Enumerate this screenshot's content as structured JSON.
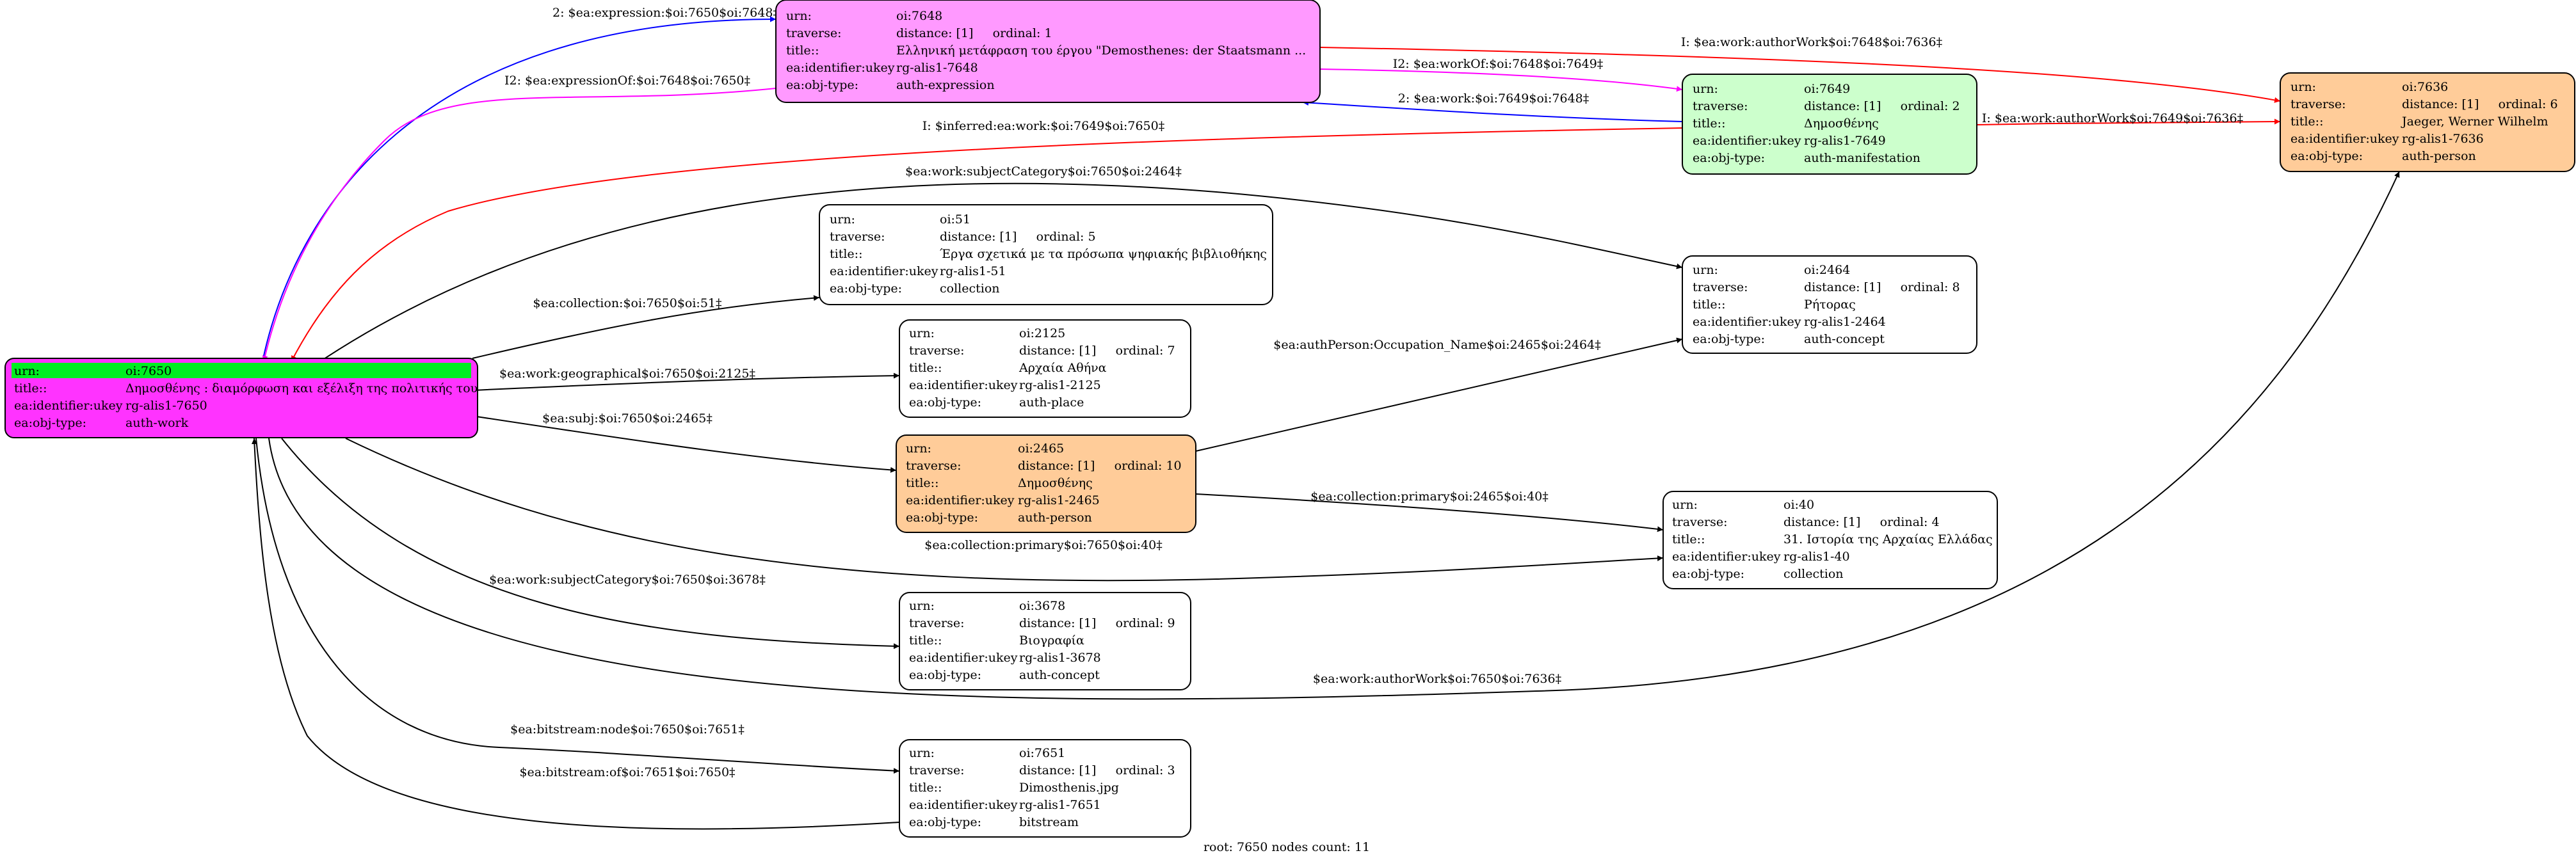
{
  "nodes": {
    "n7648": {
      "urn": "oi:7648",
      "traverse": "distance: [1]     ordinal: 1",
      "title": "Ελληνική μετάφραση του έργου \"Demosthenes: der Staatsmann ...",
      "ukey": "rg-alis1-7648",
      "objtype": "auth-expression",
      "fill": "#ff99ff"
    },
    "n7649": {
      "urn": "oi:7649",
      "traverse": "distance: [1]     ordinal: 2",
      "title": "Δημοσθένης",
      "ukey": "rg-alis1-7649",
      "objtype": "auth-manifestation",
      "fill": "#ccffcc"
    },
    "n7636": {
      "urn": "oi:7636",
      "traverse": "distance: [1]     ordinal: 6",
      "title": "Jaeger, Werner Wilhelm",
      "ukey": "rg-alis1-7636",
      "objtype": "auth-person",
      "fill": "#ffcc99"
    },
    "n51": {
      "urn": "oi:51",
      "traverse": "distance: [1]     ordinal: 5",
      "title": "Έργα σχετικά με τα πρόσωπα ψηφιακής βιβλιοθήκης",
      "ukey": "rg-alis1-51",
      "objtype": "collection",
      "fill": "#ffffff"
    },
    "n2464": {
      "urn": "oi:2464",
      "traverse": "distance: [1]     ordinal: 8",
      "title": "Ρήτορας",
      "ukey": "rg-alis1-2464",
      "objtype": "auth-concept",
      "fill": "#ffffff"
    },
    "n7650": {
      "urn": "oi:7650",
      "title": "Δημοσθένης : διαμόρφωση και εξέλιξη της πολιτικής του",
      "ukey": "rg-alis1-7650",
      "objtype": "auth-work",
      "fill": "#ff33ff",
      "highlight": "#00ee22"
    },
    "n2125": {
      "urn": "oi:2125",
      "traverse": "distance: [1]     ordinal: 7",
      "title": "Αρχαία Αθήνα",
      "ukey": "rg-alis1-2125",
      "objtype": "auth-place",
      "fill": "#ffffff"
    },
    "n2465": {
      "urn": "oi:2465",
      "traverse": "distance: [1]     ordinal: 10",
      "title": "Δημοσθένης",
      "ukey": "rg-alis1-2465",
      "objtype": "auth-person",
      "fill": "#ffcc99"
    },
    "n40": {
      "urn": "oi:40",
      "traverse": "distance: [1]     ordinal: 4",
      "title": "31. Ιστορία της Αρχαίας Ελλάδας",
      "ukey": "rg-alis1-40",
      "objtype": "collection",
      "fill": "#ffffff"
    },
    "n3678": {
      "urn": "oi:3678",
      "traverse": "distance: [1]     ordinal: 9",
      "title": "Βιογραφία",
      "ukey": "rg-alis1-3678",
      "objtype": "auth-concept",
      "fill": "#ffffff"
    },
    "n7651": {
      "urn": "oi:7651",
      "traverse": "distance: [1]     ordinal: 3",
      "title": "Dimosthenis.jpg",
      "ukey": "rg-alis1-7651",
      "objtype": "bitstream",
      "fill": "#ffffff"
    }
  },
  "field_labels": {
    "urn": "urn:",
    "traverse": "traverse:",
    "title": "title::",
    "ukey": "ea:identifier:ukey",
    "objtype": "ea:obj-type:"
  },
  "edges": {
    "e1": {
      "label": "2: $ea:expression:$oi:7650$oi:7648‡",
      "color": "#0000ff"
    },
    "e2": {
      "label": "I2: $ea:expressionOf:$oi:7648$oi:7650‡",
      "color": "#ff00ff"
    },
    "e3": {
      "label": "I2: $ea:workOf:$oi:7648$oi:7649‡",
      "color": "#ff00ff"
    },
    "e4": {
      "label": "I: $ea:work:authorWork$oi:7648$oi:7636‡",
      "color": "#ff0000"
    },
    "e5": {
      "label": "2: $ea:work:$oi:7649$oi:7648‡",
      "color": "#0000ff"
    },
    "e6": {
      "label": "I: $ea:work:authorWork$oi:7649$oi:7636‡",
      "color": "#ff0000"
    },
    "e7": {
      "label": "I: $inferred:ea:work:$oi:7649$oi:7650‡",
      "color": "#ff0000"
    },
    "e8": {
      "label": "$ea:work:subjectCategory$oi:7650$oi:2464‡",
      "color": "#000000"
    },
    "e9": {
      "label": "$ea:collection:$oi:7650$oi:51‡",
      "color": "#000000"
    },
    "e10": {
      "label": "$ea:work:geographical$oi:7650$oi:2125‡",
      "color": "#000000"
    },
    "e11": {
      "label": "$ea:authPerson:Occupation_Name$oi:2465$oi:2464‡",
      "color": "#000000"
    },
    "e12": {
      "label": "$ea:subj:$oi:7650$oi:2465‡",
      "color": "#000000"
    },
    "e13": {
      "label": "$ea:collection:primary$oi:2465$oi:40‡",
      "color": "#000000"
    },
    "e14": {
      "label": "$ea:collection:primary$oi:7650$oi:40‡",
      "color": "#000000"
    },
    "e15": {
      "label": "$ea:work:subjectCategory$oi:7650$oi:3678‡",
      "color": "#000000"
    },
    "e16": {
      "label": "$ea:work:authorWork$oi:7650$oi:7636‡",
      "color": "#000000"
    },
    "e17": {
      "label": "$ea:bitstream:node$oi:7650$oi:7651‡",
      "color": "#000000"
    },
    "e18": {
      "label": "$ea:bitstream:of$oi:7651$oi:7650‡",
      "color": "#000000"
    }
  },
  "footer": "root: 7650 nodes count: 11"
}
